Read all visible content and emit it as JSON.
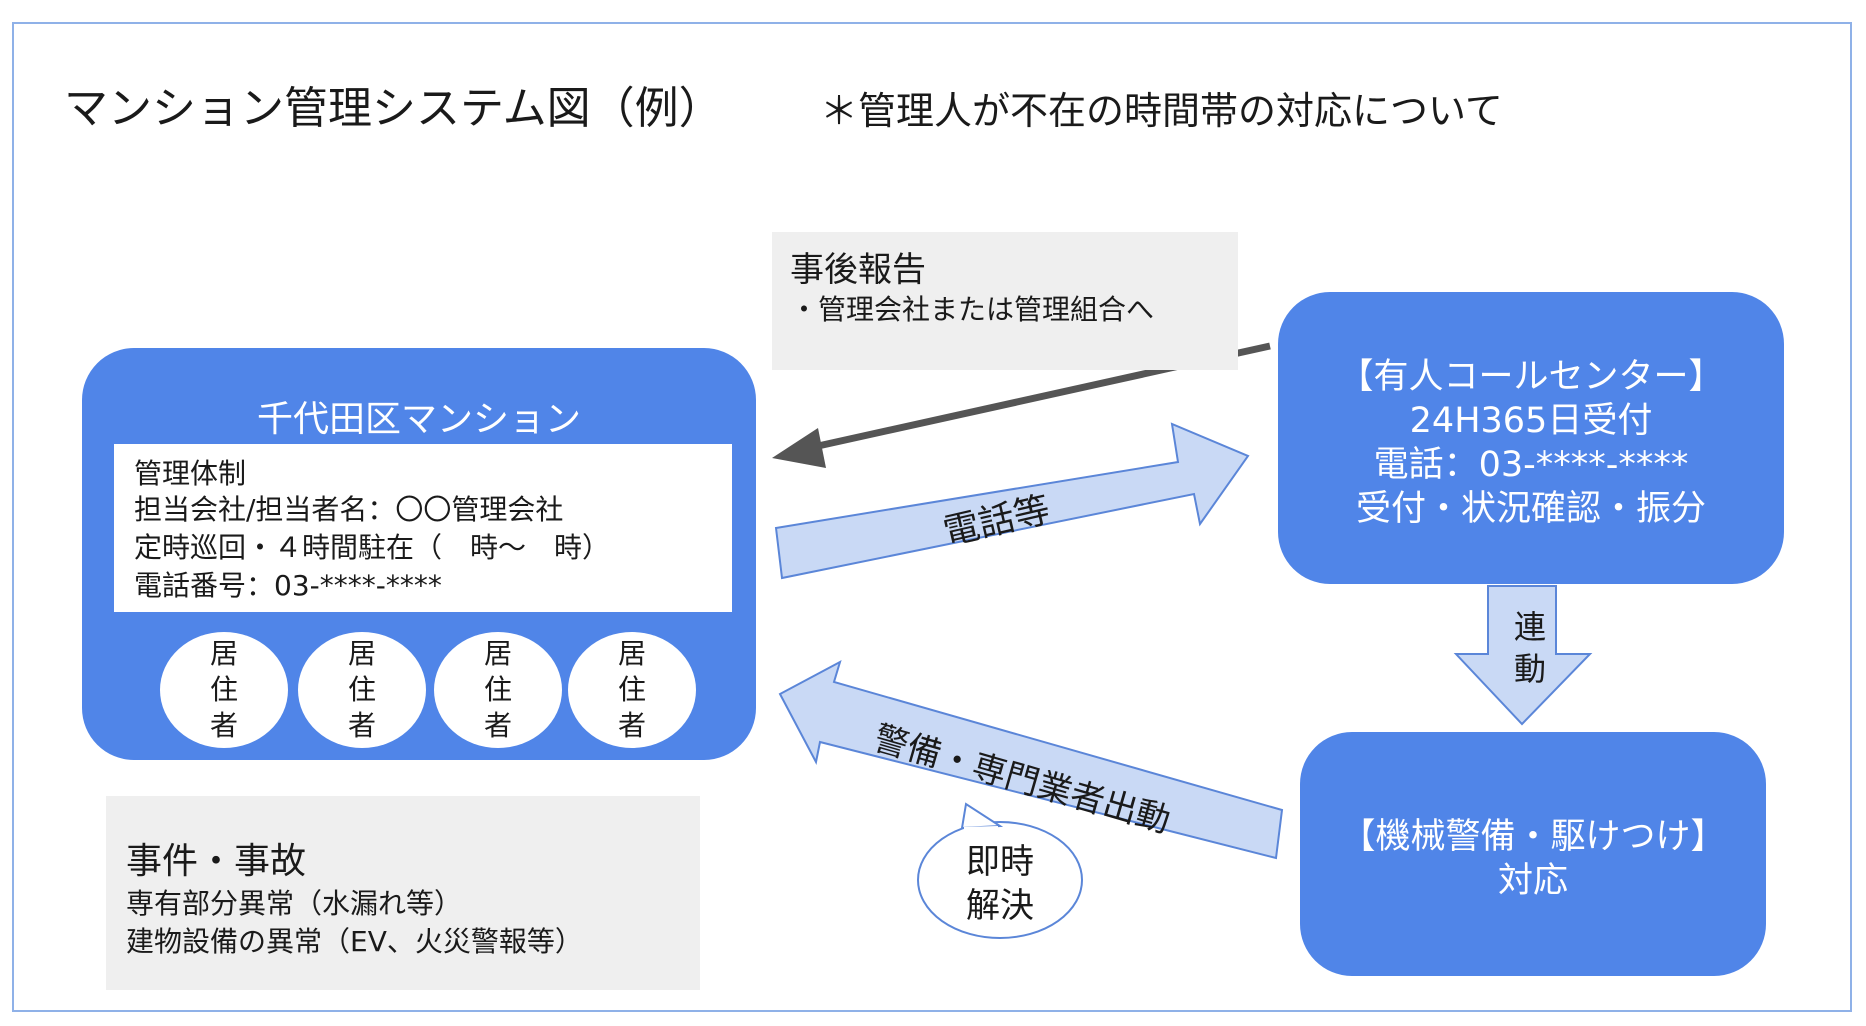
{
  "header": {
    "title": "マンション管理システム図（例）",
    "subtitle": "＊管理人が不在の時間帯の対応について"
  },
  "report_box": {
    "heading": "事後報告",
    "line": "・管理会社または管理組合へ"
  },
  "mansion": {
    "title": "千代田区マンション",
    "info": {
      "line1": "管理体制",
      "line2": "担当会社/担当者名：〇〇管理会社",
      "line3": "定時巡回・４時間駐在（　時～　時）",
      "line4": "電話番号：03-****-****"
    },
    "resident_label": [
      "居",
      "住",
      "者"
    ]
  },
  "call_center": {
    "line1": "【有人コールセンター】",
    "line2": "24H365日受付",
    "line3": "電話：03-****-****",
    "line4": "受付・状況確認・振分"
  },
  "security": {
    "line1": "【機械警備・駆けつけ】",
    "line2": "対応"
  },
  "incident_box": {
    "heading": "事件・事故",
    "line1": "専有部分異常（水漏れ等）",
    "line2": "建物設備の異常（EV、火災警報等）"
  },
  "arrows": {
    "phone": "電話等",
    "dispatch": "警備・専門業者出動",
    "renkei": [
      "連",
      "動"
    ],
    "immediate": [
      "即時",
      "解決"
    ]
  },
  "colors": {
    "box_blue": "#5085e8",
    "arrow_fill": "#c9d9f5",
    "arrow_stroke": "#5b86d8",
    "gray_box": "#efefef",
    "dark_arrow": "#555555"
  }
}
